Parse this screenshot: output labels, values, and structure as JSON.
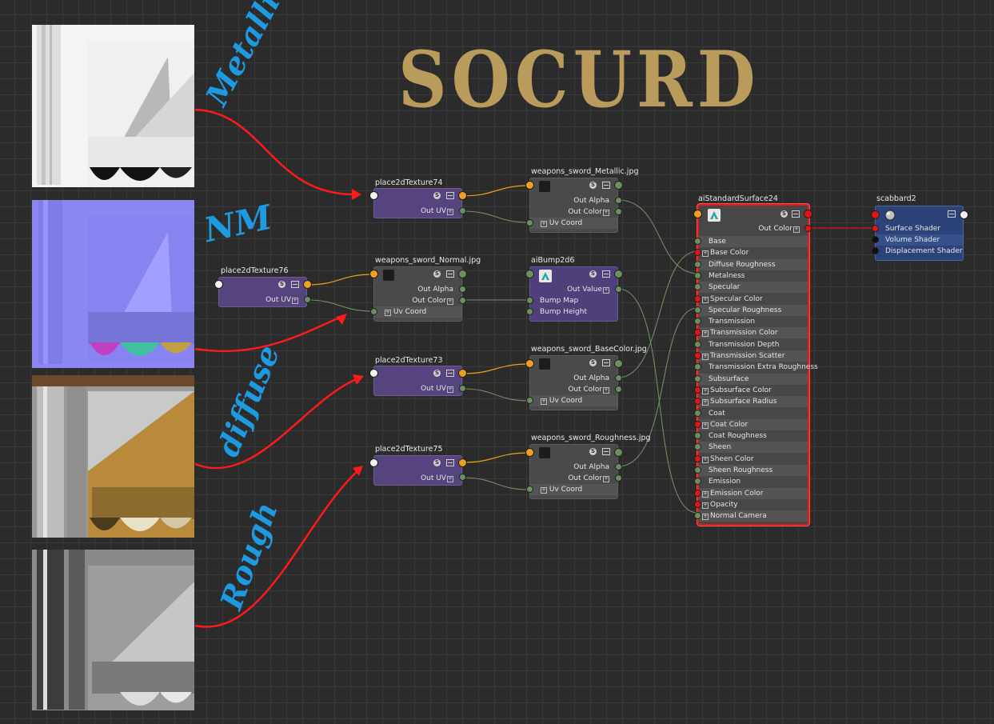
{
  "title": "SOCURD",
  "annotations": {
    "metallic": "Metallic",
    "nm": "NM",
    "diffuse": "diffuse",
    "rough": "Rough"
  },
  "place_nodes": [
    {
      "id": "p74",
      "title": "place2dTexture74",
      "out": "Out UV"
    },
    {
      "id": "p76",
      "title": "place2dTexture76",
      "out": "Out UV"
    },
    {
      "id": "p73",
      "title": "place2dTexture73",
      "out": "Out UV"
    },
    {
      "id": "p75",
      "title": "place2dTexture75",
      "out": "Out UV"
    }
  ],
  "file_nodes": [
    {
      "id": "fMetal",
      "title": "weapons_sword_Metallic.jpg",
      "out_alpha": "Out Alpha",
      "out_color": "Out Color",
      "uv": "Uv Coord"
    },
    {
      "id": "fNormal",
      "title": "weapons_sword_Normal.jpg",
      "out_alpha": "Out Alpha",
      "out_color": "Out Color",
      "uv": "Uv Coord"
    },
    {
      "id": "fBase",
      "title": "weapons_sword_BaseColor.jpg",
      "out_alpha": "Out Alpha",
      "out_color": "Out Color",
      "uv": "Uv Coord"
    },
    {
      "id": "fRough",
      "title": "weapons_sword_Roughness.jpg",
      "out_alpha": "Out Alpha",
      "out_color": "Out Color",
      "uv": "Uv Coord"
    }
  ],
  "bump": {
    "title": "aiBump2d6",
    "out": "Out Value",
    "in1": "Bump Map",
    "in2": "Bump Height"
  },
  "ai_surface": {
    "title": "aiStandardSurface24",
    "out": "Out Color",
    "attrs": [
      "Base",
      "Base Color",
      "Diffuse Roughness",
      "Metalness",
      "Specular",
      "Specular Color",
      "Specular Roughness",
      "Transmission",
      "Transmission Color",
      "Transmission Depth",
      "Transmission Scatter",
      "Transmission Extra Roughness",
      "Subsurface",
      "Subsurface Color",
      "Subsurface Radius",
      "Coat",
      "Coat Color",
      "Coat Roughness",
      "Sheen",
      "Sheen Color",
      "Sheen Roughness",
      "Emission",
      "Emission Color",
      "Opacity",
      "Normal Camera"
    ]
  },
  "shading_group": {
    "title": "scabbard2",
    "inputs": [
      "Surface Shader",
      "Volume Shader",
      "Displacement Shader"
    ]
  },
  "colors": {
    "wire_red": "#ff1a1a",
    "wire_orange": "#e9a21a",
    "wire_green": "#6e8f62",
    "title_gold": "#b99c5c",
    "annotation_blue": "#1e9be0"
  }
}
